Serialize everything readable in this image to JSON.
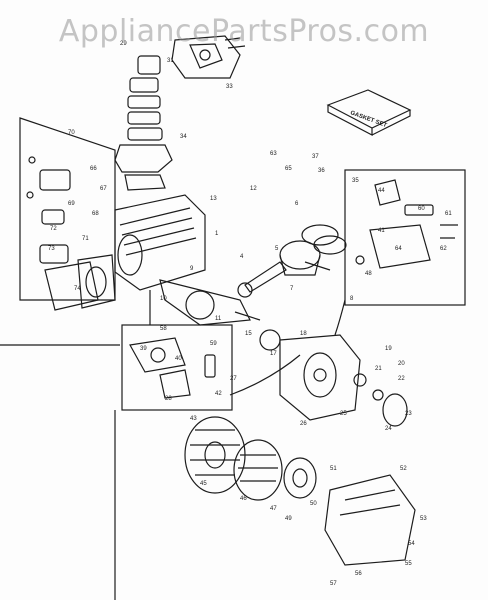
{
  "watermark": "AppliancePartsPros.com",
  "gasket_set_label": "GASKET SET",
  "callouts": [
    "29",
    "31",
    "33",
    "34",
    "37",
    "36",
    "35",
    "44",
    "41",
    "48",
    "70",
    "63",
    "72",
    "73",
    "13",
    "12",
    "6",
    "1",
    "4",
    "5",
    "7",
    "8",
    "9",
    "10",
    "11",
    "15",
    "17",
    "18",
    "19",
    "20",
    "21",
    "22",
    "23",
    "24",
    "25",
    "26",
    "27",
    "28",
    "39",
    "40",
    "42",
    "43",
    "45",
    "46",
    "47",
    "49",
    "50",
    "51",
    "52",
    "53",
    "54",
    "55",
    "56",
    "57",
    "58",
    "59",
    "60",
    "61",
    "62",
    "64",
    "65",
    "66",
    "67",
    "68",
    "69",
    "71",
    "74"
  ]
}
